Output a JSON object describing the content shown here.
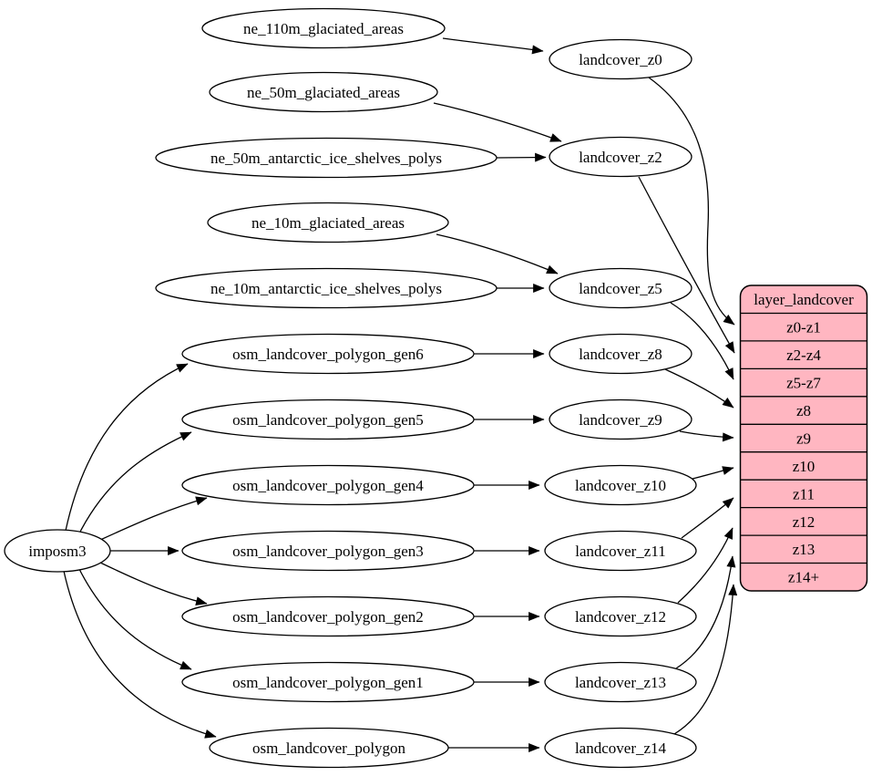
{
  "colors": {
    "background": "#ffffff",
    "node_fill": "#ffffff",
    "edge_stroke": "#000000",
    "table_fill": "#ffb6c1"
  },
  "nodes": {
    "imposm3": {
      "label": "imposm3"
    },
    "ne_110m_glaciated_areas": {
      "label": "ne_110m_glaciated_areas"
    },
    "ne_50m_glaciated_areas": {
      "label": "ne_50m_glaciated_areas"
    },
    "ne_50m_antarctic_ice_shelves_polys": {
      "label": "ne_50m_antarctic_ice_shelves_polys"
    },
    "ne_10m_glaciated_areas": {
      "label": "ne_10m_glaciated_areas"
    },
    "ne_10m_antarctic_ice_shelves_polys": {
      "label": "ne_10m_antarctic_ice_shelves_polys"
    },
    "osm_landcover_polygon_gen6": {
      "label": "osm_landcover_polygon_gen6"
    },
    "osm_landcover_polygon_gen5": {
      "label": "osm_landcover_polygon_gen5"
    },
    "osm_landcover_polygon_gen4": {
      "label": "osm_landcover_polygon_gen4"
    },
    "osm_landcover_polygon_gen3": {
      "label": "osm_landcover_polygon_gen3"
    },
    "osm_landcover_polygon_gen2": {
      "label": "osm_landcover_polygon_gen2"
    },
    "osm_landcover_polygon_gen1": {
      "label": "osm_landcover_polygon_gen1"
    },
    "osm_landcover_polygon": {
      "label": "osm_landcover_polygon"
    },
    "landcover_z0": {
      "label": "landcover_z0"
    },
    "landcover_z2": {
      "label": "landcover_z2"
    },
    "landcover_z5": {
      "label": "landcover_z5"
    },
    "landcover_z8": {
      "label": "landcover_z8"
    },
    "landcover_z9": {
      "label": "landcover_z9"
    },
    "landcover_z10": {
      "label": "landcover_z10"
    },
    "landcover_z11": {
      "label": "landcover_z11"
    },
    "landcover_z12": {
      "label": "landcover_z12"
    },
    "landcover_z13": {
      "label": "landcover_z13"
    },
    "landcover_z14": {
      "label": "landcover_z14"
    }
  },
  "table": {
    "title": "layer_landcover",
    "rows": [
      "z0-z1",
      "z2-z4",
      "z5-z7",
      "z8",
      "z9",
      "z10",
      "z11",
      "z12",
      "z13",
      "z14+"
    ]
  },
  "edges": [
    {
      "from": "ne_110m_glaciated_areas",
      "to": "landcover_z0"
    },
    {
      "from": "ne_50m_glaciated_areas",
      "to": "landcover_z2"
    },
    {
      "from": "ne_50m_antarctic_ice_shelves_polys",
      "to": "landcover_z2"
    },
    {
      "from": "ne_10m_glaciated_areas",
      "to": "landcover_z5"
    },
    {
      "from": "ne_10m_antarctic_ice_shelves_polys",
      "to": "landcover_z5"
    },
    {
      "from": "imposm3",
      "to": "osm_landcover_polygon_gen6"
    },
    {
      "from": "imposm3",
      "to": "osm_landcover_polygon_gen5"
    },
    {
      "from": "imposm3",
      "to": "osm_landcover_polygon_gen4"
    },
    {
      "from": "imposm3",
      "to": "osm_landcover_polygon_gen3"
    },
    {
      "from": "imposm3",
      "to": "osm_landcover_polygon_gen2"
    },
    {
      "from": "imposm3",
      "to": "osm_landcover_polygon_gen1"
    },
    {
      "from": "imposm3",
      "to": "osm_landcover_polygon"
    },
    {
      "from": "osm_landcover_polygon_gen6",
      "to": "landcover_z8"
    },
    {
      "from": "osm_landcover_polygon_gen5",
      "to": "landcover_z9"
    },
    {
      "from": "osm_landcover_polygon_gen4",
      "to": "landcover_z10"
    },
    {
      "from": "osm_landcover_polygon_gen3",
      "to": "landcover_z11"
    },
    {
      "from": "osm_landcover_polygon_gen2",
      "to": "landcover_z12"
    },
    {
      "from": "osm_landcover_polygon_gen1",
      "to": "landcover_z13"
    },
    {
      "from": "osm_landcover_polygon",
      "to": "landcover_z14"
    },
    {
      "from": "landcover_z0",
      "to": "layer_landcover:z0-z1"
    },
    {
      "from": "landcover_z2",
      "to": "layer_landcover:z2-z4"
    },
    {
      "from": "landcover_z5",
      "to": "layer_landcover:z5-z7"
    },
    {
      "from": "landcover_z8",
      "to": "layer_landcover:z8"
    },
    {
      "from": "landcover_z9",
      "to": "layer_landcover:z9"
    },
    {
      "from": "landcover_z10",
      "to": "layer_landcover:z10"
    },
    {
      "from": "landcover_z11",
      "to": "layer_landcover:z11"
    },
    {
      "from": "landcover_z12",
      "to": "layer_landcover:z12"
    },
    {
      "from": "landcover_z13",
      "to": "layer_landcover:z13"
    },
    {
      "from": "landcover_z14",
      "to": "layer_landcover:z14+"
    }
  ]
}
